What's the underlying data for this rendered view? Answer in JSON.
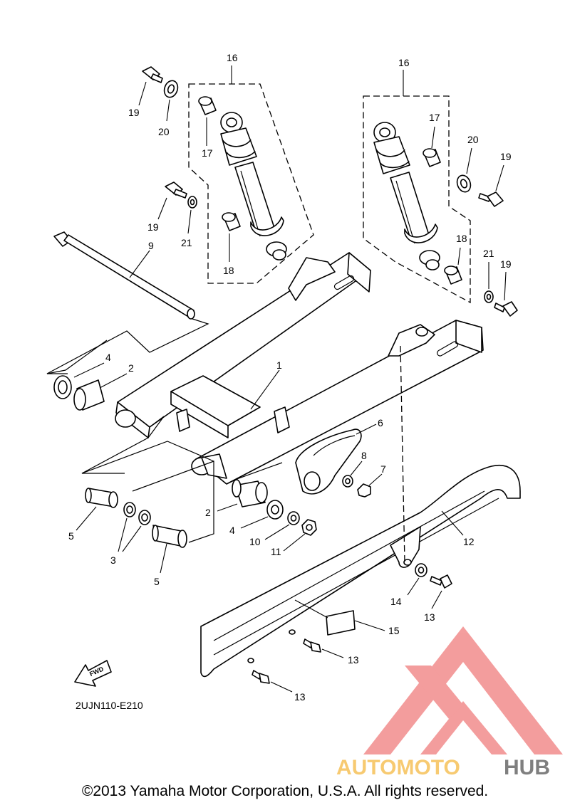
{
  "diagram": {
    "code": "2UJN110-E210",
    "fwd_label": "FWD",
    "callouts": {
      "c1": "1",
      "c2a": "2",
      "c2b": "2",
      "c3": "3",
      "c4a": "4",
      "c4b": "4",
      "c5a": "5",
      "c5b": "5",
      "c6": "6",
      "c7": "7",
      "c8": "8",
      "c9": "9",
      "c10": "10",
      "c11": "11",
      "c12": "12",
      "c13a": "13",
      "c13b": "13",
      "c13c": "13",
      "c14": "14",
      "c15": "15",
      "c16a": "16",
      "c16b": "16",
      "c17a": "17",
      "c17b": "17",
      "c18a": "18",
      "c18b": "18",
      "c19a": "19",
      "c19b": "19",
      "c19c": "19",
      "c20a": "20",
      "c20b": "20",
      "c21a": "21",
      "c21b": "21"
    }
  },
  "watermark": {
    "brand_part1": "AUTOMOTO",
    "brand_part2": "HUB",
    "color_main": "#f07d7d",
    "color_accent": "#f5b942",
    "color_dark": "#555555"
  },
  "footer": {
    "copyright": "©2013 Yamaha Motor Corporation, U.S.A. All rights reserved."
  }
}
